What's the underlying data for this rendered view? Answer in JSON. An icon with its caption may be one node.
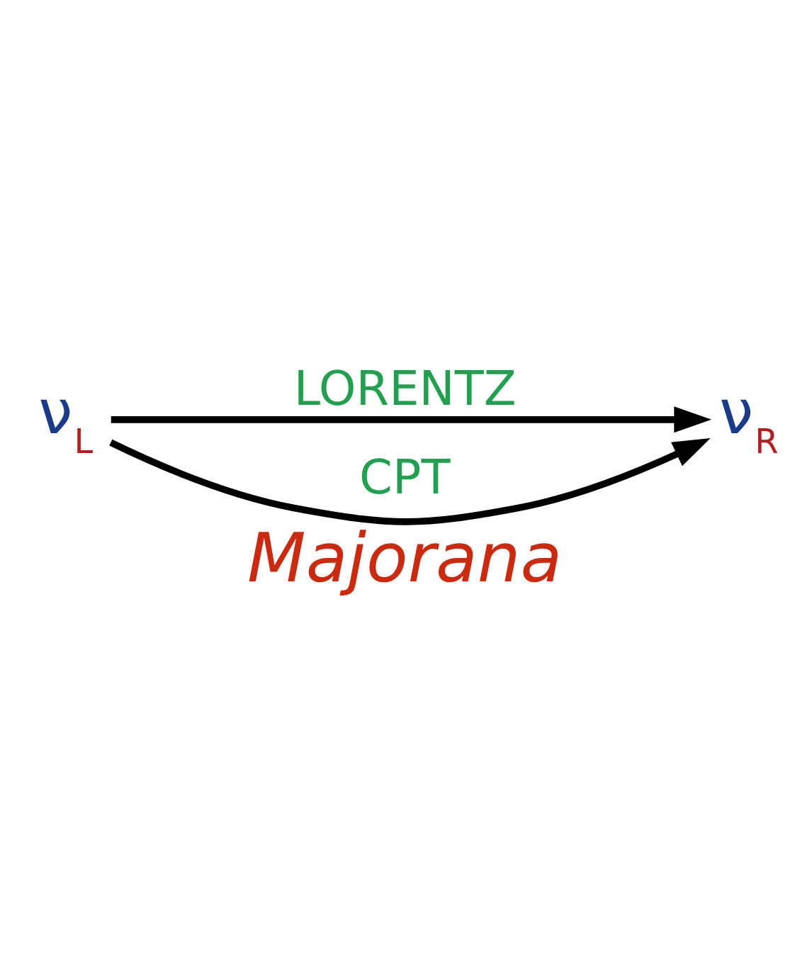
{
  "diagram": {
    "caption": "Majorana",
    "nodes": [
      {
        "text": [
          "ν$_{L}$"
        ]
      },
      {
        "text": [
          "ν$_{R}$"
        ]
      }
    ],
    "edges": [
      {
        "from": 0,
        "to": 1,
        "arrow": "to",
        "label": "LORENTZ"
      },
      {
        "from": 0,
        "to": 1,
        "arrow": "to",
        "label": "CPT"
      }
    ]
  }
}
